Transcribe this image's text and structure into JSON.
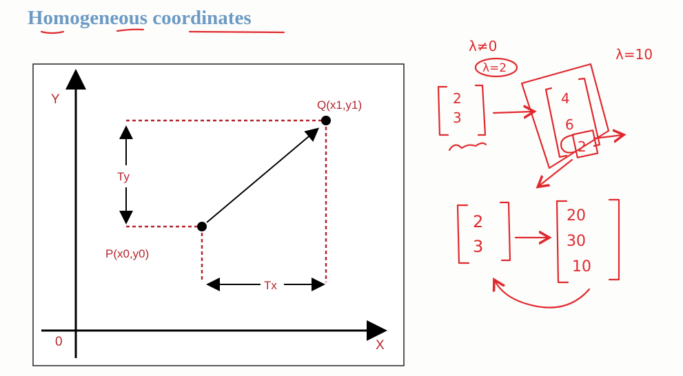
{
  "slide": {
    "title": "Homogeneous coordinates"
  },
  "diagram": {
    "y_axis_label": "Y",
    "x_axis_label": "X",
    "origin_label": "0",
    "point_q_label": "Q(x1,y1)",
    "point_p_label": "P(x0,y0)",
    "ty_label": "Ty",
    "tx_label": "Tx"
  },
  "annotations": {
    "lambda_nonzero": "λ≠0",
    "lambda_two": "λ=2",
    "lambda_ten": "λ=10",
    "vector_top": [
      "2",
      "3"
    ],
    "scaled_stack": [
      "4",
      "6",
      "2"
    ],
    "vector_bottom": [
      "2",
      "3"
    ],
    "vector_scaled": [
      "20",
      "30",
      "10"
    ]
  },
  "colors": {
    "title": "#6c9ac4",
    "diagram_red": "#b5262e",
    "ink_red": "#e0282c"
  }
}
